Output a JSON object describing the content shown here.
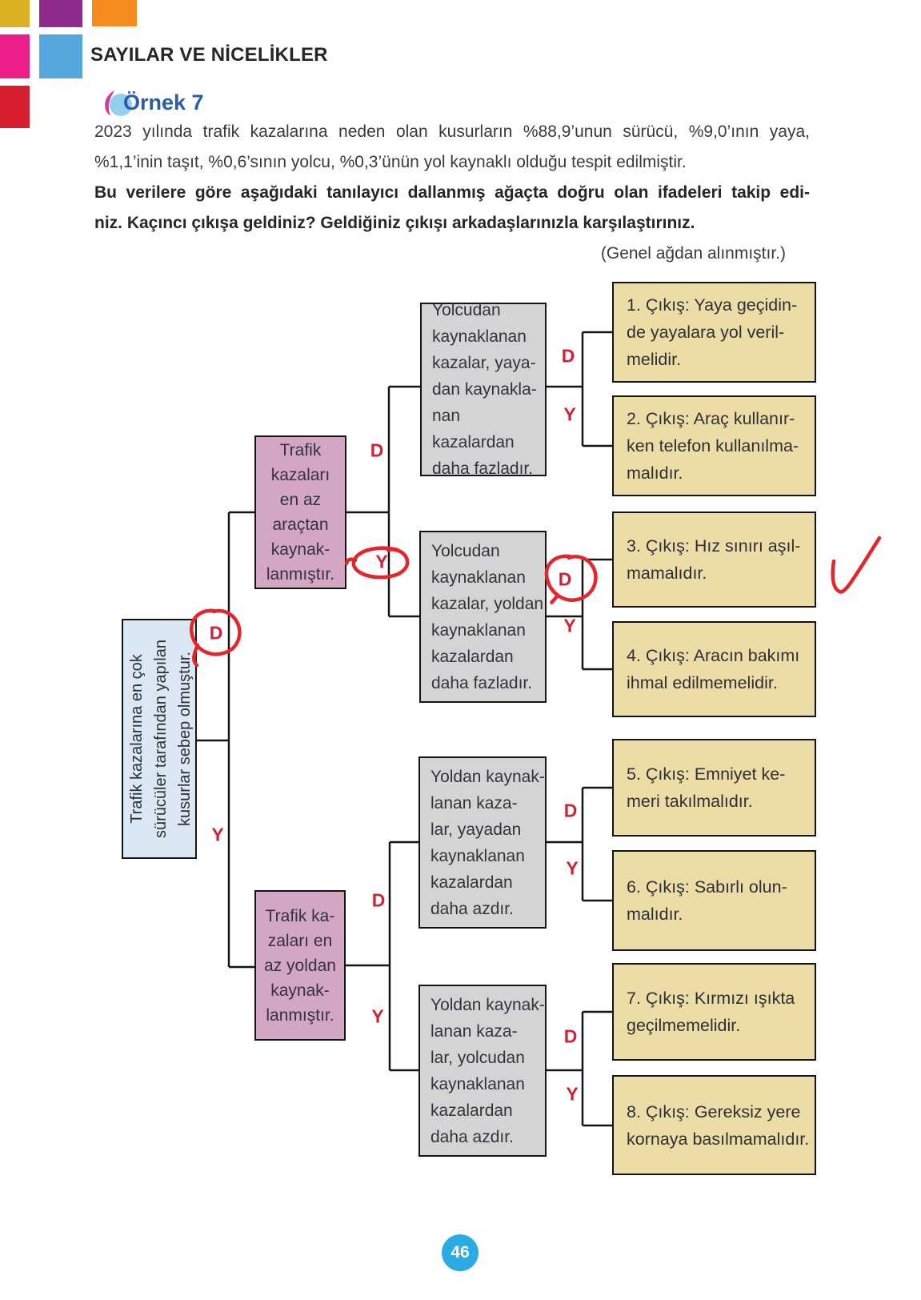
{
  "header": {
    "section_title": "SAYILAR VE NİCELİKLER",
    "example_label": "Örnek 7"
  },
  "intro": {
    "lines": [
      {
        "text": "2023 yılında trafik kazalarına neden olan kusurların %88,9’unun sürücü, %9,0’ının yaya,"
      },
      {
        "text": "%1,1’inin taşıt, %0,6’sının yolcu, %0,3’ünün yol kaynaklı olduğu tespit edilmiştir."
      },
      {
        "text": "Bu verilere göre aşağıdaki tanılayıcı dallanmış ağaçta doğru olan ifadeleri takip edi-"
      },
      {
        "text": "niz. Kaçıncı çıkışa geldiniz? Geldiğiniz çıkışı arkadaşlarınızla karşılaştırınız."
      }
    ],
    "source_note": "(Genel ağdan alınmıştır.)"
  },
  "tree": {
    "labels": {
      "d": "D",
      "y": "Y"
    },
    "root": {
      "text": "Trafik kazalarına en çok\nsürücüler tarafından yapılan\nkusurlar sebep olmuştur."
    },
    "branch_top": {
      "text": "Trafik\nkazaları\nen az\naraçtan\nkaynak-\nlanmıştır."
    },
    "branch_bottom": {
      "text": "Trafik ka-\nzaları en\naz yoldan\nkaynak-\nlanmıştır."
    },
    "question1": {
      "text": "Yolcudan\nkaynaklanan\nkazalar, yaya-\ndan kaynakla-\nnan kazalardan\ndaha fazladır."
    },
    "question2": {
      "text": "Yolcudan\nkaynaklanan\nkazalar, yoldan\nkaynaklanan\nkazalardan\ndaha fazladır."
    },
    "question3": {
      "text": "Yoldan kaynak-\nlanan kaza-\nlar, yayadan\nkaynaklanan\nkazalardan\ndaha azdır."
    },
    "question4": {
      "text": "Yoldan kaynak-\nlanan kaza-\nlar, yolcudan\nkaynaklanan\nkazalardan\ndaha azdır."
    },
    "outputs": [
      {
        "text": "1. Çıkış: Yaya geçidin-\nde yayalara yol veril-\nmelidir."
      },
      {
        "text": "2. Çıkış: Araç kullanır-\nken telefon kullanılma-\nmalıdır."
      },
      {
        "text": "3. Çıkış: Hız sınırı aşıl-\nmamalıdır."
      },
      {
        "text": "4. Çıkış: Aracın bakımı\nihmal edilmemelidir."
      },
      {
        "text": "5. Çıkış: Emniyet ke-\nmeri takılmalıdır."
      },
      {
        "text": "6. Çıkış: Sabırlı olun-\nmalıdır."
      },
      {
        "text": "7. Çıkış: Kırmızı ışıkta\ngeçilmemelidir."
      },
      {
        "text": "8. Çıkış: Gereksiz yere\nkornaya basılmamalıdır."
      }
    ],
    "handwritten_marks": [
      {
        "type": "circle",
        "around": "D label after root box"
      },
      {
        "type": "circle",
        "around": "Y label after top branch box"
      },
      {
        "type": "circle",
        "around": "D label after question2 box"
      },
      {
        "type": "checkmark",
        "near": "right of output 3 box"
      }
    ]
  },
  "footer": {
    "page_number": "46"
  },
  "palette": {
    "box_blue": "#dbe7f3",
    "box_purple": "#d3a6c4",
    "box_gray": "#d4d4d4",
    "box_tan": "#ecdda6",
    "label_red": "#cf2337",
    "annotation_red": "#e5242b",
    "example_blue": "#2a5caa",
    "page_circle_blue": "#2aabe2",
    "square_yellow": "#ddb024",
    "square_purple": "#8f2a8d",
    "square_orange": "#f68b1f",
    "square_pink": "#eb1e8c",
    "square_blue": "#55a8de",
    "square_red": "#d51f30"
  }
}
